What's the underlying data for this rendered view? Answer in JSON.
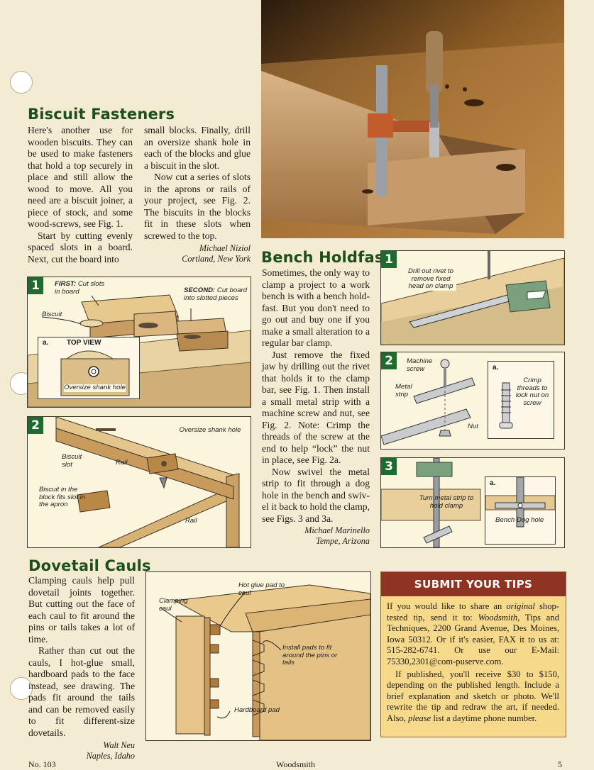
{
  "biscuit": {
    "title": "Biscuit Fasteners",
    "col1": [
      "Here's another use for wooden biscuits. They can be used to make fasteners that hold a top securely in place and still allow the wood to move. All you need are a biscuit joiner, a piece of stock, and some wood-screws, see Fig. 1.",
      "Start by cutting evenly spaced slots in a board. Next, cut the board into"
    ],
    "col2": [
      "small blocks. Finally, drill an oversize shank hole in each of the blocks and glue a biscuit in the slot.",
      "Now cut a series of slots in the aprons or rails of your project, see Fig. 2. The biscuits in the blocks fit in these slots when screwed to the top."
    ],
    "author": "Michael Niziol",
    "location": "Cortland, New York",
    "fig1": {
      "num": "1",
      "first": "FIRST:",
      "first_text": "Cut slots in board",
      "second": "SECOND:",
      "second_text": "Cut board into slotted pieces",
      "biscuit": "Biscuit",
      "sub": "a.",
      "sub_title": "TOP VIEW",
      "shank": "Oversize shank hole"
    },
    "fig2": {
      "num": "2",
      "shank": "Oversize shank hole",
      "slot": "Biscuit slot",
      "rail1": "Rail",
      "rail2": "Rail",
      "block": "Biscuit in the block fits slot in the apron"
    }
  },
  "holdfast": {
    "title": "Bench Holdfast",
    "paras": [
      "Sometimes, the only way to clamp a project to a work bench is with a bench hold-fast. But you don't need to go out and buy one if you make a small alteration to a regular bar clamp.",
      "Just remove the fixed jaw by drilling out the rivet that holds it to the clamp bar, see Fig. 1. Then install a small metal strip with a machine screw and nut, see Fig. 2. Note: Crimp the threads of the screw at the end to help “lock” the nut in place, see Fig. 2a.",
      "Now swivel the metal strip to fit through a dog hole in the bench and swiv-el it back to hold the clamp, see Figs. 3 and 3a."
    ],
    "author": "Michael Marinello",
    "location": "Tempe, Arizona",
    "fig1": {
      "num": "1",
      "drill": "Drill out rivet to remove fixed head on clamp"
    },
    "fig2": {
      "num": "2",
      "screw": "Machine screw",
      "strip": "Metal strip",
      "nut": "Nut",
      "sub": "a.",
      "crimp": "Crimp threads to lock nut on screw"
    },
    "fig3": {
      "num": "3",
      "turn": "Turn metal strip to hold clamp",
      "sub": "a.",
      "dog": "Bench Dog hole"
    }
  },
  "dovetail": {
    "title": "Dovetail Cauls",
    "paras": [
      "Clamping cauls help pull dovetail joints together. But cutting out the face of each caul to fit around the pins or tails takes a lot of time.",
      "Rather than cut out the cauls, I hot-glue small, hardboard pads to the face instead, see drawing. The pads fit around the tails and can be removed easily to fit different-size dovetails."
    ],
    "author": "Walt Neu",
    "location": "Naples, Idaho",
    "fig": {
      "caul": "Clamping caul",
      "glue": "Hot glue pad to caul",
      "install": "Install pads to fit around the pins or tails",
      "hardboard": "Hardboard pad"
    }
  },
  "submit": {
    "heading": "SUBMIT YOUR TIPS",
    "p1_a": "If you would like to share an ",
    "p1_em": "original",
    "p1_b": " shop-tested tip, send it to: ",
    "p1_em2": "Woodsmith,",
    "p1_c": " Tips and Techniques, 2200 Grand Avenue, Des Moines, Iowa 50312. Or if it's easier, FAX it to us at: 515-282-6741. Or use our E-Mail: 75330,2301@com-puserve.com.",
    "p2": "If published, you'll receive $30 to $150, depending on the published length. Include a brief explanation and sketch or photo. We'll rewrite the tip and redraw the art, if needed. Also, ",
    "p2_em": "please",
    "p2_b": " list a daytime phone number."
  },
  "footer": {
    "issue": "No. 103",
    "magazine": "Woodsmith",
    "page": "5"
  },
  "colors": {
    "title_green": "#1e4e1e",
    "fig_green": "#1f6a2e",
    "submit_red": "#8f3323",
    "submit_bg": "#f6d98a"
  }
}
